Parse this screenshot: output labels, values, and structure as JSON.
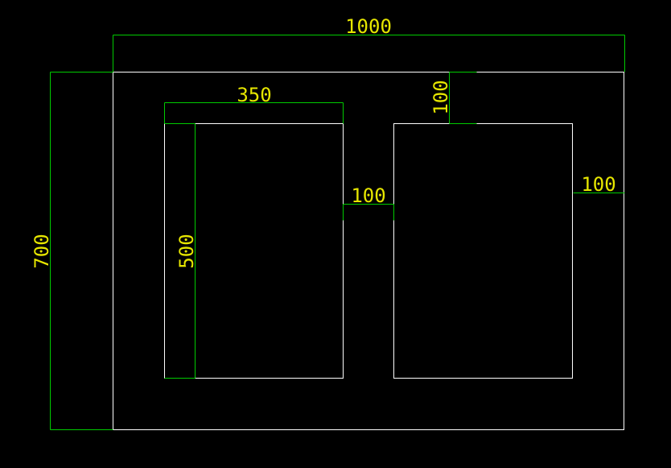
{
  "colors": {
    "background": "#000000",
    "geometry_stroke": "#ffffff",
    "dimension_lines": "#00cc00",
    "dimension_text": "#e6e600"
  },
  "dimensions": {
    "overall_width": "1000",
    "overall_height": "700",
    "left_opening_width": "350",
    "left_opening_height": "500",
    "top_margin": "100",
    "gap_between_openings": "100",
    "right_margin": "100"
  }
}
